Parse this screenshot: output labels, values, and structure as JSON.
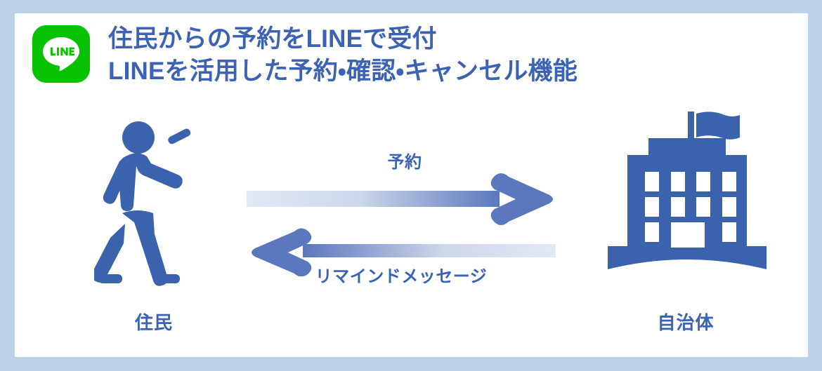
{
  "slide": {
    "border_color": "#bdd1e8",
    "card_background": "#ffffff",
    "accent_color": "#3c62b4",
    "line_brand_color": "#06c200"
  },
  "header": {
    "logo": {
      "icon": "line-app-logo",
      "wordmark": "LINE",
      "background_color": "#06c200"
    },
    "title_line1": "住民からの予約をLINEで受付",
    "title_line2": "LINEを活用した予約・確認・キャンセル機能"
  },
  "diagram": {
    "type": "flow",
    "nodes": [
      {
        "id": "resident",
        "icon": "person-with-smartphone-icon",
        "caption": "住民"
      },
      {
        "id": "government",
        "icon": "government-building-icon",
        "caption": "自治体"
      }
    ],
    "arrows": [
      {
        "id": "reservation",
        "label": "予約",
        "direction": "right",
        "from": "resident",
        "to": "government",
        "gradient_from": "#dfe6f2",
        "gradient_to": "#5b77bd"
      },
      {
        "id": "reminder",
        "label": "リマインドメッセージ",
        "direction": "left",
        "from": "government",
        "to": "resident",
        "gradient_from": "#dfe6f2",
        "gradient_to": "#5b77bd"
      }
    ],
    "icon_color": "#3b62ac"
  }
}
